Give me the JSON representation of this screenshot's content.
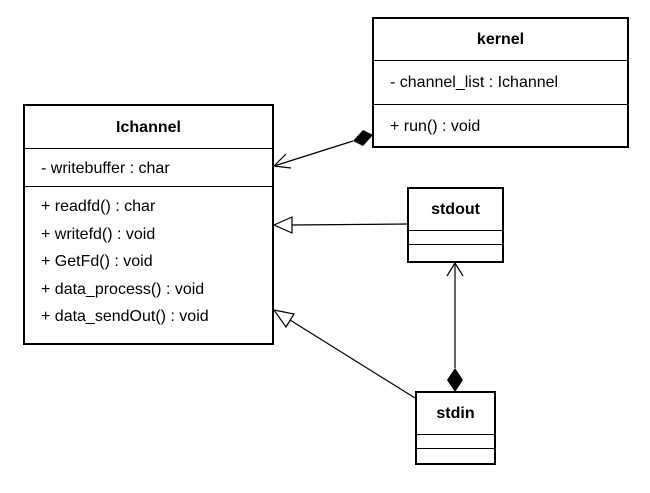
{
  "classes": {
    "kernel": {
      "name": "kernel",
      "attributes": [
        "- channel_list : Ichannel"
      ],
      "operations": [
        "+ run() : void"
      ]
    },
    "ichannel": {
      "name": "Ichannel",
      "attributes": [
        "- writebuffer : char"
      ],
      "operations": [
        "+ readfd() : char",
        "+ writefd() : void",
        "+ GetFd() : void",
        "+ data_process() : void",
        "+ data_sendOut() : void"
      ]
    },
    "stdout": {
      "name": "stdout"
    },
    "stdin": {
      "name": "stdin"
    }
  },
  "relationships": [
    {
      "type": "composition",
      "whole": "kernel",
      "part": "Ichannel"
    },
    {
      "type": "generalization",
      "child": "stdout",
      "parent": "Ichannel"
    },
    {
      "type": "generalization",
      "child": "stdin",
      "parent": "Ichannel"
    },
    {
      "type": "composition",
      "whole": "stdin",
      "part": "stdout"
    }
  ]
}
